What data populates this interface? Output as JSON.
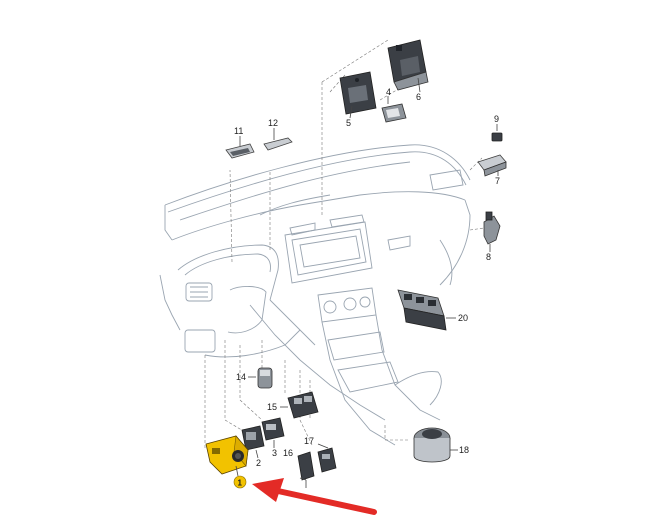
{
  "colors": {
    "highlight": "#f2c200",
    "arrow": "#e32b26",
    "line": "#9aa5b1"
  },
  "labels": {
    "p1": "1",
    "p2": "2",
    "p3": "3",
    "p4": "4",
    "p5": "5",
    "p6": "6",
    "p7": "7",
    "p8": "8",
    "p9": "9",
    "p11": "11",
    "p12": "12",
    "p14": "14",
    "p15": "15",
    "p16": "16",
    "p17": "17",
    "p18": "18",
    "p20": "20"
  }
}
